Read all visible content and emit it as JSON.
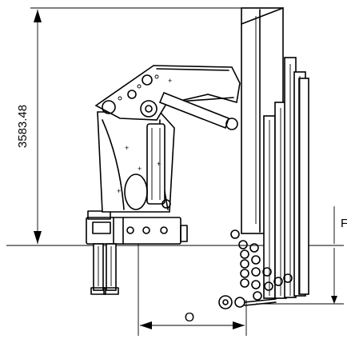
{
  "dimensions": {
    "height_value": "3583.48",
    "outreach_label": "O",
    "right_label": "F"
  }
}
